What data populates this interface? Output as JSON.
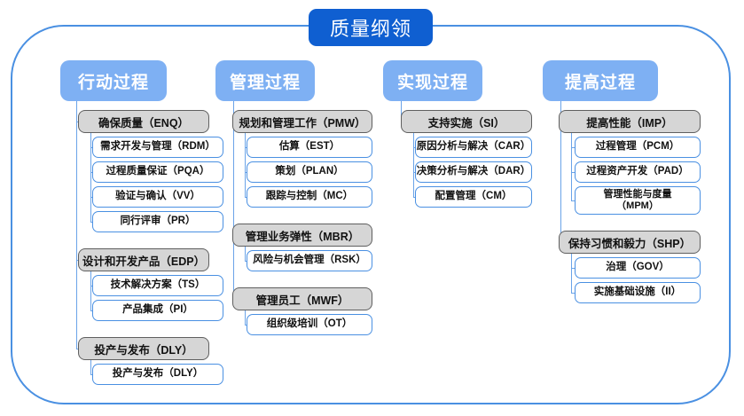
{
  "diagram": {
    "title": "质量纲领",
    "columns": [
      {
        "header": "行动过程",
        "groups": [
          {
            "label": "确保质量（ENQ）",
            "items": [
              "需求开发与管理（RDM）",
              "过程质量保证（PQA）",
              "验证与确认（VV）",
              "同行评审（PR）"
            ]
          },
          {
            "label": "设计和开发产品（EDP）",
            "items": [
              "技术解决方案（TS）",
              "产品集成（PI）"
            ]
          },
          {
            "label": "投产与发布（DLY）",
            "items": [
              "投产与发布（DLY）"
            ]
          }
        ]
      },
      {
        "header": "管理过程",
        "groups": [
          {
            "label": "规划和管理工作（PMW）",
            "items": [
              "估算（EST）",
              "策划（PLAN）",
              "跟踪与控制（MC）"
            ]
          },
          {
            "label": "管理业务弹性（MBR）",
            "items": [
              "风险与机会管理（RSK）"
            ]
          },
          {
            "label": "管理员工（MWF）",
            "items": [
              "组织级培训（OT）"
            ]
          }
        ]
      },
      {
        "header": "实现过程",
        "groups": [
          {
            "label": "支持实施（SI）",
            "items": [
              "原因分析与解决（CAR）",
              "决策分析与解决（DAR）",
              "配置管理（CM）"
            ]
          }
        ]
      },
      {
        "header": "提高过程",
        "groups": [
          {
            "label": "提高性能（IMP）",
            "items": [
              "过程管理（PCM）",
              "过程资产开发（PAD）",
              "管理性能与度量\n（MPM）"
            ]
          },
          {
            "label": "保持习惯和毅力（SHP）",
            "items": [
              "治理（GOV）",
              "实施基础设施（II）"
            ]
          }
        ]
      }
    ]
  },
  "colors": {
    "title_bg": "#0f5fd1",
    "header_bg": "#7eb0f3",
    "group_bg": "#d6d6d6",
    "group_border": "#5f5f5f",
    "leaf_border": "#4a90e2",
    "connector": "#6aa3e8",
    "frame_border": "#4a90e2",
    "page_bg": "#ffffff"
  }
}
